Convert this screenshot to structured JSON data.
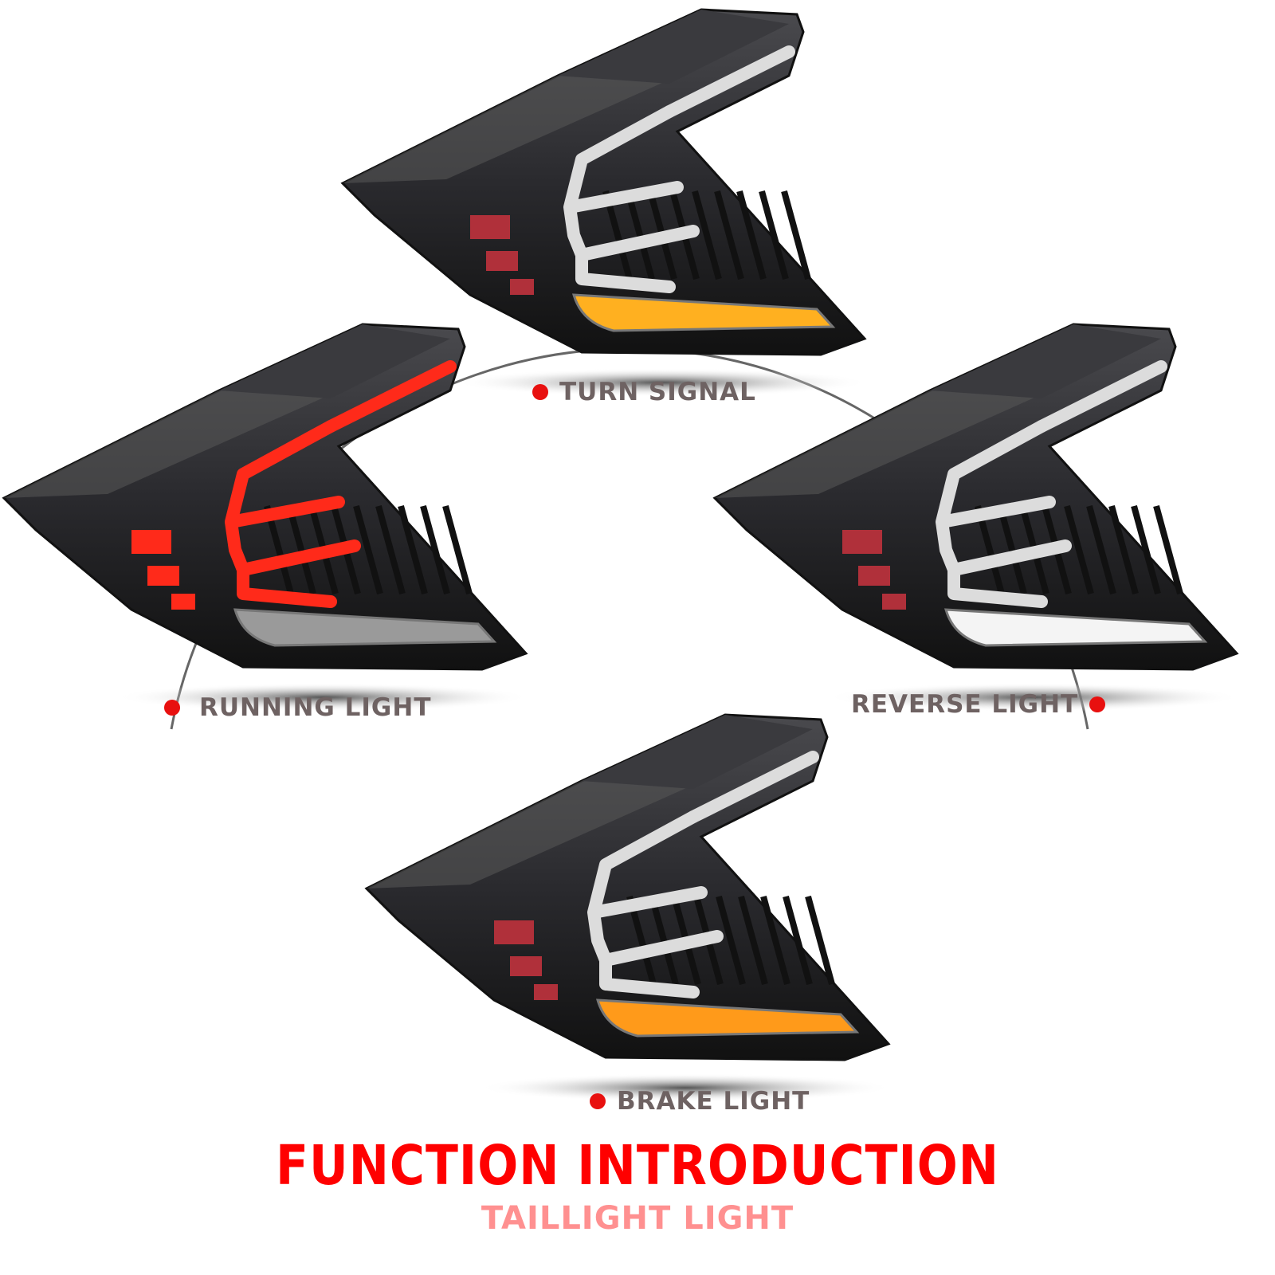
{
  "labels": {
    "turn_signal": "TURN SIGNAL",
    "running_light": "RUNNING LIGHT",
    "reverse_light": "REVERSE LIGHT",
    "brake_light": "BRAKE LIGHT"
  },
  "title": "FUNCTION INTRODUCTION",
  "subtitle": "TAILLIGHT LIGHT",
  "colors": {
    "accent": "#ff0000",
    "subtitle": "#ff9090",
    "label": "#6e6262",
    "dot": "#e8100f",
    "amber": "#ffb020",
    "red_glow": "#ff2a1a",
    "white_glow": "#f4f4f4"
  }
}
